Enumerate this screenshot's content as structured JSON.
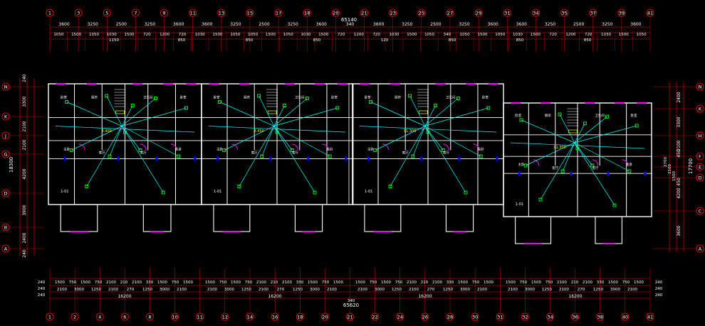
{
  "title": "",
  "colors": {
    "background": "#000000",
    "wall": "#ffffff",
    "axis": "#ff0000",
    "dimension": "#ff0000",
    "dim_text": "#ffffff",
    "wiring": "#00ffff",
    "fixture": "#00ff00",
    "door": "#ff00ff",
    "window": "#0000ff",
    "room_text": "#ffffff",
    "elev_text": "#ffff00",
    "stair": "#ffff00"
  },
  "top_axes": [
    "1",
    "3",
    "5",
    "7",
    "9",
    "11",
    "13",
    "15",
    "17",
    "18",
    "20",
    "21",
    "23",
    "25",
    "27",
    "29",
    "31",
    "34",
    "35",
    "37",
    "39",
    "41"
  ],
  "bottom_axes": [
    "1",
    "2",
    "4",
    "6",
    "8",
    "10",
    "11",
    "12",
    "14",
    "16",
    "18",
    "20",
    "21",
    "22",
    "24",
    "26",
    "28",
    "30",
    "31",
    "32",
    "34",
    "36",
    "38",
    "40",
    "41"
  ],
  "left_axes": [
    "N",
    "K",
    "J",
    "G",
    "D",
    "B",
    "A"
  ],
  "right_axes": [
    "N",
    "K",
    "H",
    "F",
    "E",
    "D",
    "C",
    "A"
  ],
  "top_dims": {
    "total": "65140",
    "row1": [
      "3600",
      "3250",
      "2500",
      "3250",
      "3600",
      "3600",
      "3250",
      "2500",
      "3250",
      "3600",
      "340",
      "3600",
      "3250",
      "2500",
      "3250",
      "3600",
      "3600",
      "3250",
      "2500",
      "3250",
      "3600"
    ],
    "row2": [
      "1050",
      "1500",
      "1050",
      "1030",
      "1500",
      "720",
      "1200",
      "720",
      "1030",
      "1500",
      "1050",
      "1050",
      "1500",
      "1050",
      "1030",
      "1500",
      "720",
      "1200",
      "720",
      "1030",
      "1500",
      "1050",
      "340",
      "1050",
      "1500",
      "1050",
      "1030",
      "1500",
      "720",
      "1200",
      "720",
      "1030",
      "1500",
      "1050"
    ],
    "row3": [
      "1150",
      "850",
      "850",
      "850",
      "120",
      "850",
      "850",
      "850"
    ]
  },
  "bottom_dims": {
    "total": "65620",
    "units": [
      "16200",
      "16200",
      "16200",
      "16200"
    ],
    "mid": "340",
    "row1": [
      "1500",
      "750",
      "1500",
      "750",
      "2100",
      "210",
      "2100",
      "330",
      "1500",
      "750",
      "1500"
    ],
    "row2": [
      "2100",
      "3000",
      "1250",
      "2100",
      "270",
      "1250",
      "3000",
      "2100"
    ],
    "edge": [
      "240",
      "240",
      "240"
    ]
  },
  "left_dims": [
    "240",
    "3300",
    "2100",
    "2100",
    "4200",
    "3900",
    "2400",
    "240"
  ],
  "left_total": "18300",
  "right_dims": [
    "2400",
    "3300",
    "2100",
    "450",
    "4200",
    "450",
    "3600"
  ],
  "right_total": "17700",
  "right_inner": [
    "2700",
    "2100",
    "1500"
  ],
  "rooms": {
    "bedroom": "卧室",
    "master": "主卧",
    "living": "客厅",
    "kitchen": "厨房",
    "bath": "卫生间",
    "stair_mark": "1-01"
  },
  "elevations": [
    "8.400",
    "8.450",
    "11.300",
    "11.300"
  ]
}
